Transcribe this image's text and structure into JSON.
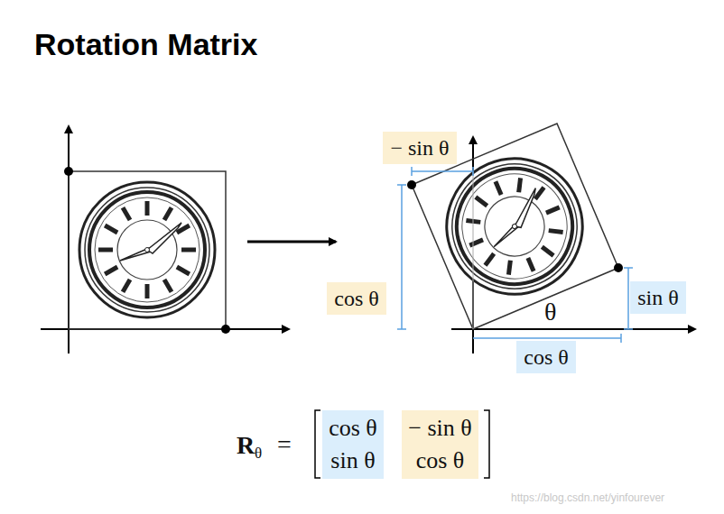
{
  "diagram": {
    "title": "Rotation Matrix",
    "nodes": [
      {
        "text": [
          "− sin θ"
        ]
      },
      {
        "text": [
          "cos θ"
        ]
      },
      {
        "text": [
          "sin θ"
        ]
      },
      {
        "text": [
          "cos θ"
        ]
      },
      {
        "text": [
          "cos θ",
          "sin θ"
        ]
      },
      {
        "text": [
          "− sin θ",
          "cos θ"
        ]
      }
    ],
    "labels": [
      "θ",
      "R",
      "θ",
      "=",
      "https://blog.csdn.net/yinfourever"
    ]
  }
}
